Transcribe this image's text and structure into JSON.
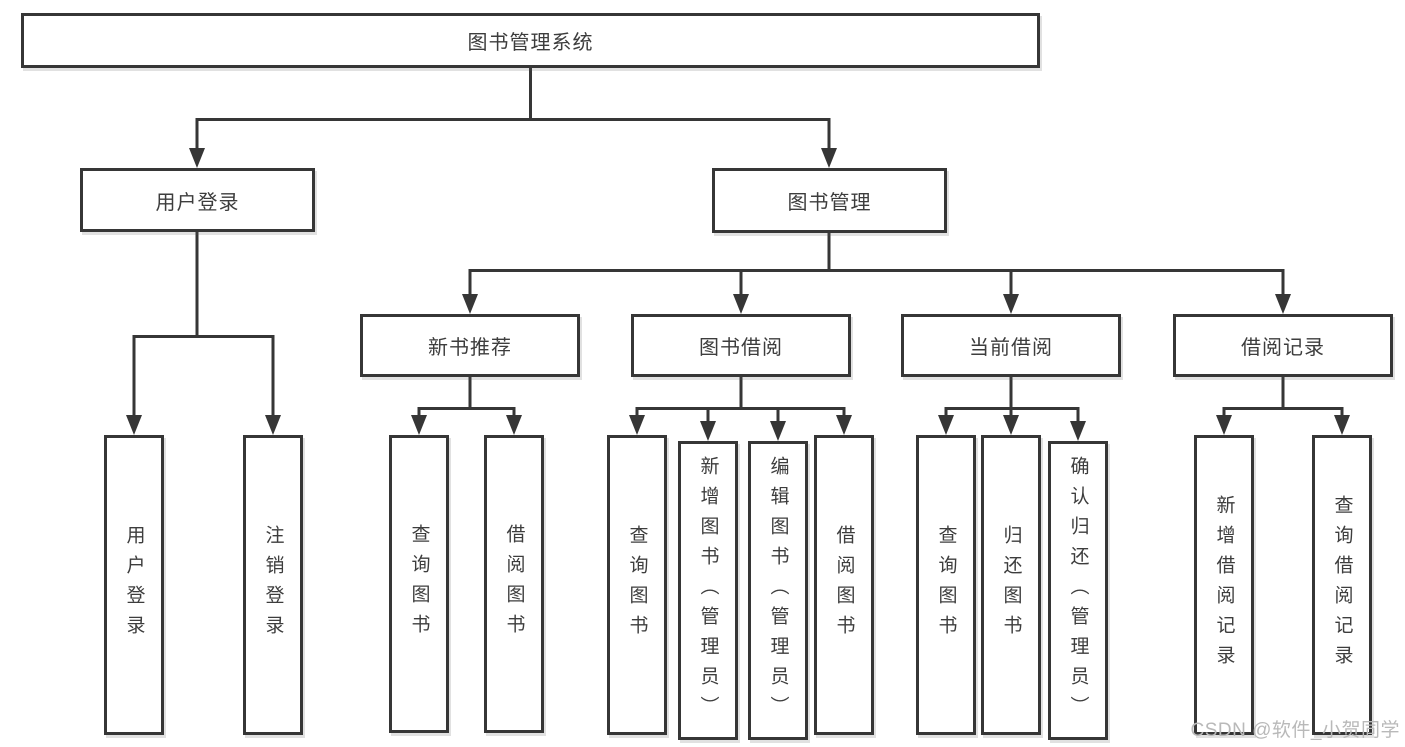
{
  "diagram": {
    "root": {
      "label": "图书管理系统"
    },
    "level2": [
      {
        "label": "用户登录",
        "leaves": [
          {
            "label": "用户登录"
          },
          {
            "label": "注销登录"
          }
        ]
      },
      {
        "label": "图书管理",
        "level3": [
          {
            "label": "新书推荐",
            "leaves": [
              {
                "label": "查询图书"
              },
              {
                "label": "借阅图书"
              }
            ]
          },
          {
            "label": "图书借阅",
            "leaves": [
              {
                "label": "查询图书"
              },
              {
                "label": "新增图书（管理员）"
              },
              {
                "label": "编辑图书（管理员）"
              },
              {
                "label": "借阅图书"
              }
            ]
          },
          {
            "label": "当前借阅",
            "leaves": [
              {
                "label": "查询图书"
              },
              {
                "label": "归还图书"
              },
              {
                "label": "确认归还（管理员）"
              }
            ]
          },
          {
            "label": "借阅记录",
            "leaves": [
              {
                "label": "新增借阅记录"
              },
              {
                "label": "查询借阅记录"
              }
            ]
          }
        ]
      }
    ],
    "watermark": "CSDN @软件_小贺同学",
    "colors": {
      "line": "#363636",
      "text": "#3d3d3d",
      "box_background": "#ffffff",
      "watermark": "#b9b9b9"
    }
  }
}
